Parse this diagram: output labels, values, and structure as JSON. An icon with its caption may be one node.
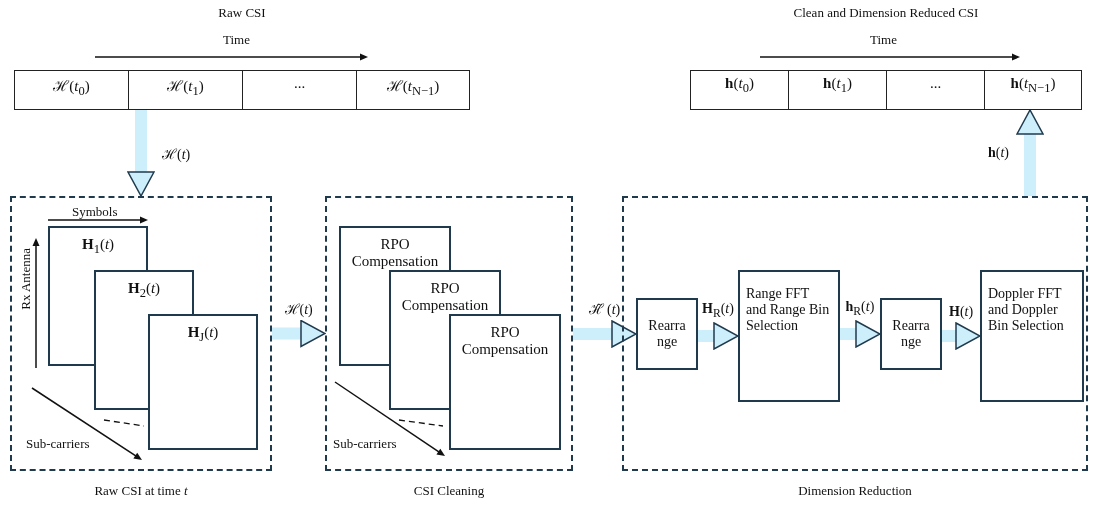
{
  "diagram": {
    "nodes": [
      {
        "text": [
          "Raw CSI"
        ]
      },
      {
        "text": [
          "ℋ(*t*$_{0}$)"
        ],
        "in": 0
      },
      {
        "text": [
          "ℋ(*t*$_{1}$)"
        ],
        "in": 0
      },
      {
        "text": [
          "..."
        ],
        "in": 0
      },
      {
        "text": [
          "ℋ(*t*$_{N−1}$)"
        ],
        "in": 0
      },
      {
        "text": [
          "Clean and Dimension Reduced CSI"
        ]
      },
      {
        "text": [
          "**h**(*t*$_{0}$)"
        ],
        "in": 5
      },
      {
        "text": [
          "**h**(*t*$_{1}$)"
        ],
        "in": 5
      },
      {
        "text": [
          "..."
        ],
        "in": 5
      },
      {
        "text": [
          "**h**(*t*$_{N−1}$)"
        ],
        "in": 5
      },
      {
        "text": [
          "Raw CSI at time *t*"
        ]
      },
      {
        "text": [
          "**H**$_{1}$(*t*)"
        ],
        "in": 10
      },
      {
        "text": [
          "**H**$_{2}$(*t*)"
        ],
        "in": 10
      },
      {
        "text": [
          "**H**$_{J}$(*t*)"
        ],
        "in": 10
      },
      {
        "text": [
          "CSI Cleaning"
        ]
      },
      {
        "text": [
          "RPO Compensation"
        ],
        "in": 14
      },
      {
        "text": [
          "RPO Compensation"
        ],
        "in": 14
      },
      {
        "text": [
          "RPO Compensation"
        ],
        "in": 14
      },
      {
        "text": [
          "Dimension Reduction"
        ]
      },
      {
        "text": [
          "Rearra nge"
        ],
        "in": 18
      },
      {
        "text": [
          "Range FFT and Range Bin Selection"
        ],
        "in": 18
      },
      {
        "text": [
          "Rearra nge"
        ],
        "in": 18
      },
      {
        "text": [
          "Doppler FFT and Doppler Bin Selection"
        ],
        "in": 18
      }
    ],
    "edges": [
      {
        "from": 0,
        "to": 10,
        "arrow": "to",
        "label": "ℋ(*t*)"
      },
      {
        "from": 10,
        "to": 14,
        "arrow": "to",
        "label": "ℋ(*t*)"
      },
      {
        "from": 14,
        "to": 19,
        "arrow": "to",
        "label": "ℋ̃ (*t*)"
      },
      {
        "from": 19,
        "to": 20,
        "arrow": "to",
        "label": "**H**$_{R}$(*t*)"
      },
      {
        "from": 20,
        "to": 21,
        "arrow": "to",
        "label": "**h**$_{R}$(*t*)"
      },
      {
        "from": 21,
        "to": 22,
        "arrow": "to",
        "label": "**H**(*t*)"
      },
      {
        "from": 18,
        "to": 5,
        "arrow": "to",
        "label": "**h**(*t*)"
      }
    ],
    "labels": [
      "Time",
      "Time",
      "Symbols",
      "Rx Antenna",
      "Sub-carriers",
      "Sub-carriers"
    ]
  }
}
